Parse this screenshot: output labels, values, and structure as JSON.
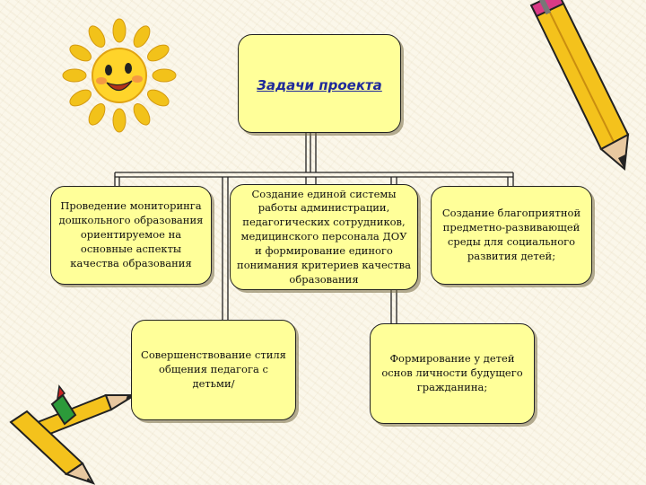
{
  "diagram": {
    "root": "Задачи проекта",
    "children": [
      "Проведение мониторинга дошкольного образования ориентируемое на основные аспекты качества образования",
      "Создание единой системы работы администрации, педагогических сотрудников, медицинского персонала ДОУ и формирование единого понимания критериев качества образования",
      "Создание благоприятной предметно-развивающей среды для социального развития детей;",
      "Совершенствование стиля общения педагога с детьми/",
      "Формирование у детей основ личности будущего гражданина;"
    ]
  },
  "colors": {
    "box_fill": "#ffff99",
    "title_text": "#1f2a9a",
    "lines": "#222222"
  },
  "decorations": [
    "sun-icon",
    "pencil-icon",
    "crossed-pencils-icon"
  ]
}
